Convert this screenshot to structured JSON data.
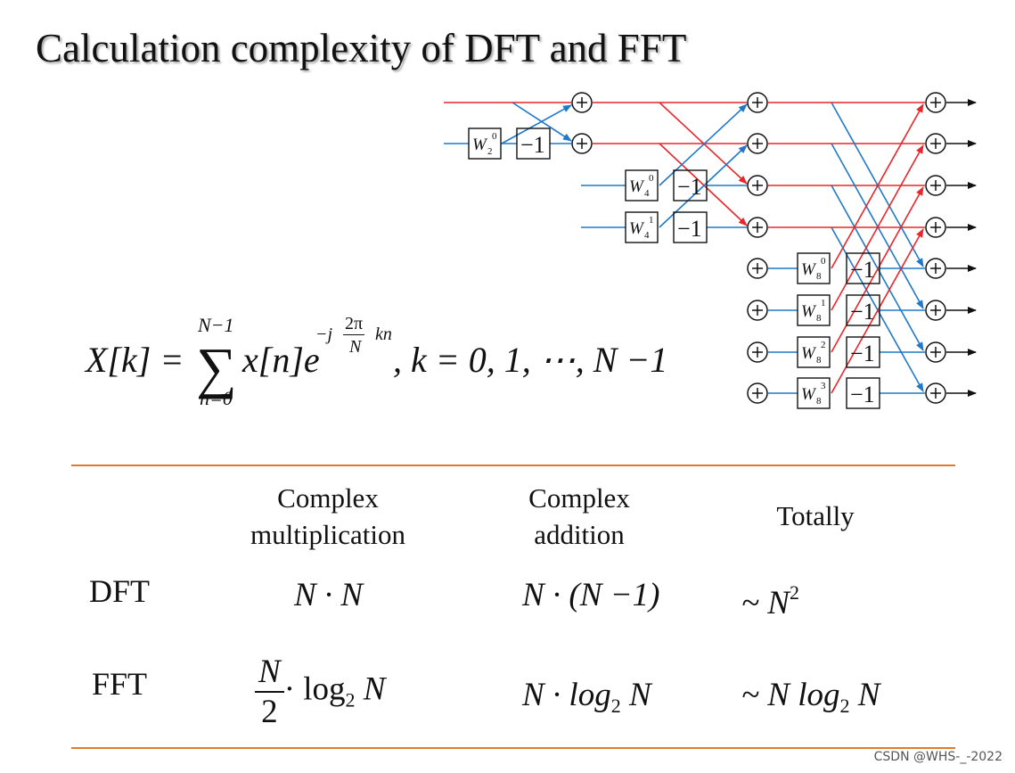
{
  "title": "Calculation complexity of DFT and FFT",
  "formula": {
    "lhs": "X[k] =",
    "sum_upper": "N−1",
    "sum_lower": "n=0",
    "sigma": "∑",
    "term": "x[n]e",
    "exponent": "−j",
    "exp_frac_num": "2π",
    "exp_frac_den": "N",
    "exp_tail": "kn",
    "range": ",  k = 0, 1, ⋯, N −1"
  },
  "butterfly": {
    "twiddles": [
      {
        "label": "W",
        "sub": "2",
        "sup": "0"
      },
      {
        "label": "W",
        "sub": "4",
        "sup": "0"
      },
      {
        "label": "W",
        "sub": "4",
        "sup": "1"
      },
      {
        "label": "W",
        "sub": "8",
        "sup": "0"
      },
      {
        "label": "W",
        "sub": "8",
        "sup": "1"
      },
      {
        "label": "W",
        "sub": "8",
        "sup": "2"
      },
      {
        "label": "W",
        "sub": "8",
        "sup": "3"
      }
    ],
    "neg_label": "−1",
    "adder_symbol": "+",
    "colors": {
      "red": "#e8262b",
      "blue": "#1f78c8"
    }
  },
  "table": {
    "col_headers": [
      "Complex multiplication",
      "Complex addition",
      "Totally"
    ],
    "col_header_lines": [
      [
        "Complex",
        "multiplication"
      ],
      [
        "Complex",
        "addition"
      ],
      [
        "Totally"
      ]
    ],
    "rows": [
      {
        "label": "DFT",
        "mult": "N · N",
        "add": "N · (N −1)",
        "total_prefix": "~ N",
        "total_sup": "2"
      },
      {
        "label": "FFT",
        "mult_num": "N",
        "mult_den": "2",
        "mult_tail": "· log",
        "mult_sub": "2",
        "mult_end": " N",
        "add_a": "N · log",
        "add_sub": "2",
        "add_b": " N",
        "total_a": "~ N log",
        "total_sub": "2",
        "total_b": " N"
      }
    ],
    "rule_color": "#e07b2e"
  },
  "watermark": "CSDN @WHS-_-2022"
}
